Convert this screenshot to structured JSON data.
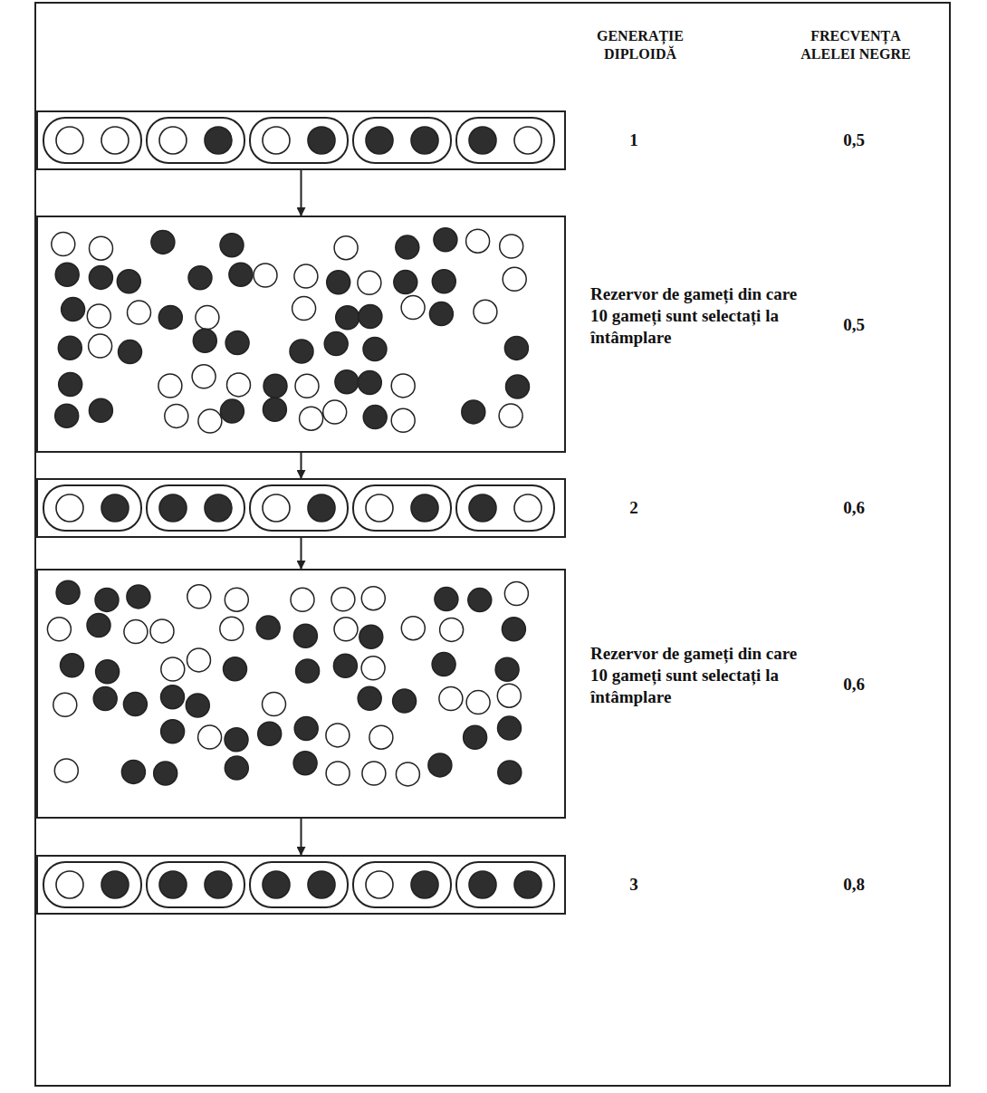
{
  "diagram": {
    "nodes": [
      {
        "text": [
          "GENERAȚIE DIPLOIDĂ",
          "FRECVENȚA ALELEI NEGRE"
        ]
      },
      {
        "text": [
          "1",
          "0,5"
        ],
        "in": 0
      },
      {
        "text": [
          "Rezervor de gameți din care 10 gameți sunt selectați la întâmplare",
          "0,5"
        ],
        "in": 0
      },
      {
        "text": [
          "2",
          "0,6"
        ],
        "in": 0
      },
      {
        "text": [
          "Rezervor de gameți din care 10 gameți sunt selectați la întâmplare",
          "0,6"
        ],
        "in": 0
      },
      {
        "text": [
          "3",
          "0,8"
        ],
        "in": 0
      }
    ],
    "edges": [
      {
        "from": 1,
        "to": 2,
        "arrow": "to"
      },
      {
        "from": 2,
        "to": 3,
        "arrow": "to"
      },
      {
        "from": 3,
        "to": 4,
        "arrow": "to"
      },
      {
        "from": 4,
        "to": 5,
        "arrow": "to"
      }
    ]
  }
}
